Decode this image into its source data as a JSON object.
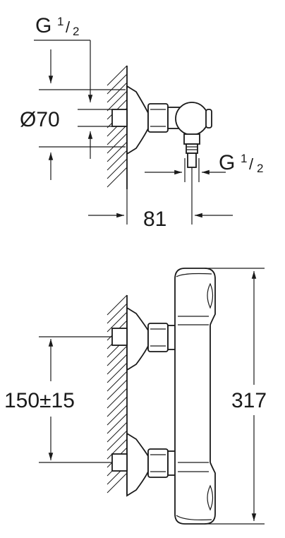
{
  "top_view": {
    "thread_inlet": {
      "main": "G",
      "sup": "1",
      "slash": "/",
      "sub": "2"
    },
    "diameter": "Ø70",
    "thread_outlet": {
      "main": "G",
      "sup": "1",
      "slash": "/",
      "sub": "2"
    },
    "projection": "81"
  },
  "front_view": {
    "centre_distance": "150±15",
    "height": "317"
  }
}
